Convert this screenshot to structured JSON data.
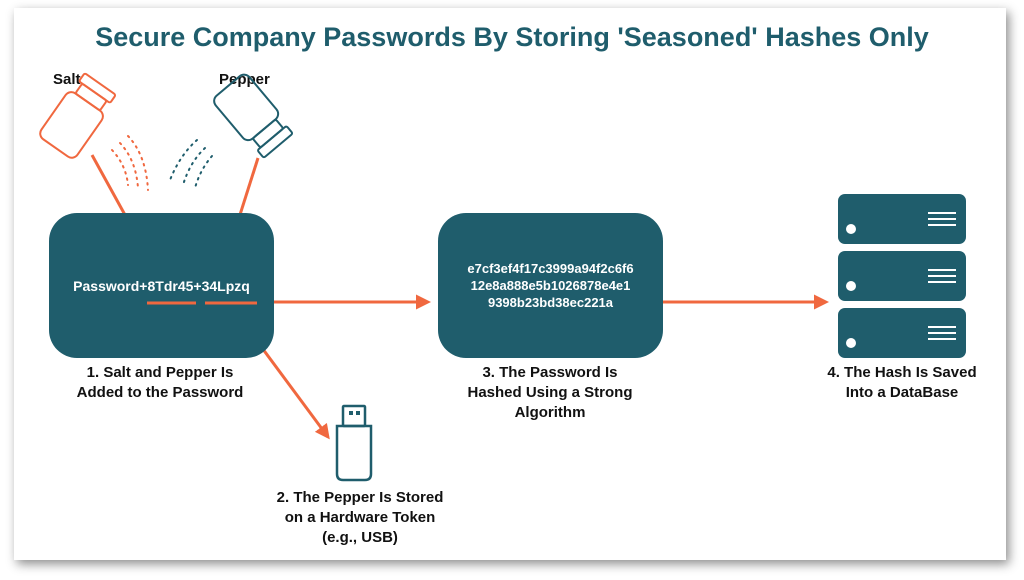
{
  "title": "Secure Company Passwords By Storing 'Seasoned' Hashes Only",
  "labels": {
    "salt": "Salt",
    "pepper": "Pepper"
  },
  "boxes": {
    "password": "Password+8Tdr45+34Lpzq",
    "hash_lines": [
      "e7cf3ef4f17c3999a94f2c6f6",
      "12e8a888e5b1026878e4e1",
      "9398b23bd38ec221a"
    ]
  },
  "steps": {
    "step1": "1. Salt and Pepper Is\nAdded to the Password",
    "step2": "2. The Pepper Is Stored\non a Hardware Token\n(e.g., USB)",
    "step3": "3. The Password Is\nHashed Using a Strong\nAlgorithm",
    "step4": "4. The Hash Is Saved\nInto a DataBase"
  },
  "icons": [
    "salt-shaker-icon",
    "pepper-shaker-icon",
    "usb-drive-icon",
    "database-server-icon"
  ],
  "colors": {
    "primary": "#1f5d6c",
    "arrow": "#f0683f",
    "text": "#111111"
  }
}
